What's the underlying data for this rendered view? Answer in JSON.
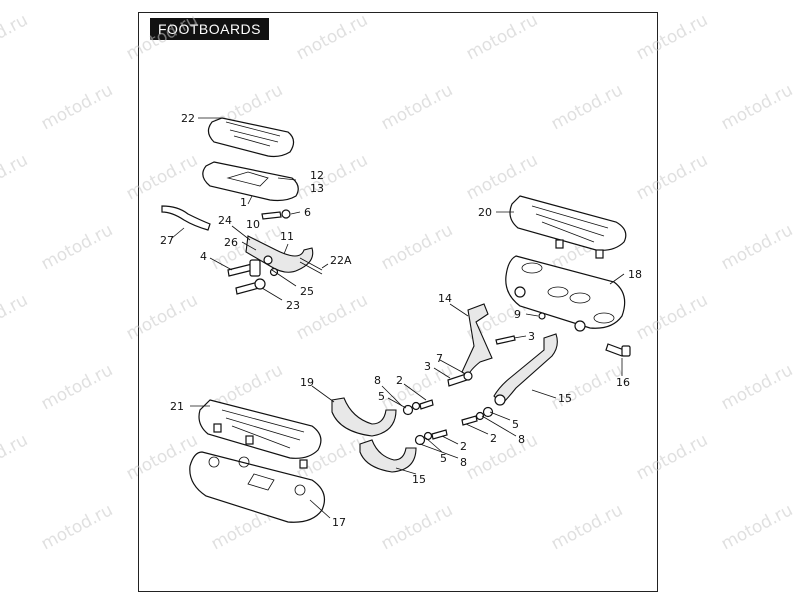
{
  "header": {
    "title": "FOOTBOARDS"
  },
  "watermark": {
    "text": "motod.ru"
  },
  "callouts": [
    "22",
    "12",
    "13",
    "1",
    "6",
    "10",
    "27",
    "24",
    "26",
    "11",
    "4",
    "22A",
    "25",
    "23",
    "20",
    "18",
    "14",
    "9",
    "3",
    "7",
    "3",
    "16",
    "15",
    "19",
    "8",
    "2",
    "5",
    "21",
    "5",
    "8",
    "2",
    "2",
    "5",
    "8",
    "15",
    "17"
  ],
  "colors": {
    "line": "#111111",
    "fill": "#ffffff",
    "watermark": "#c8c8c8"
  }
}
